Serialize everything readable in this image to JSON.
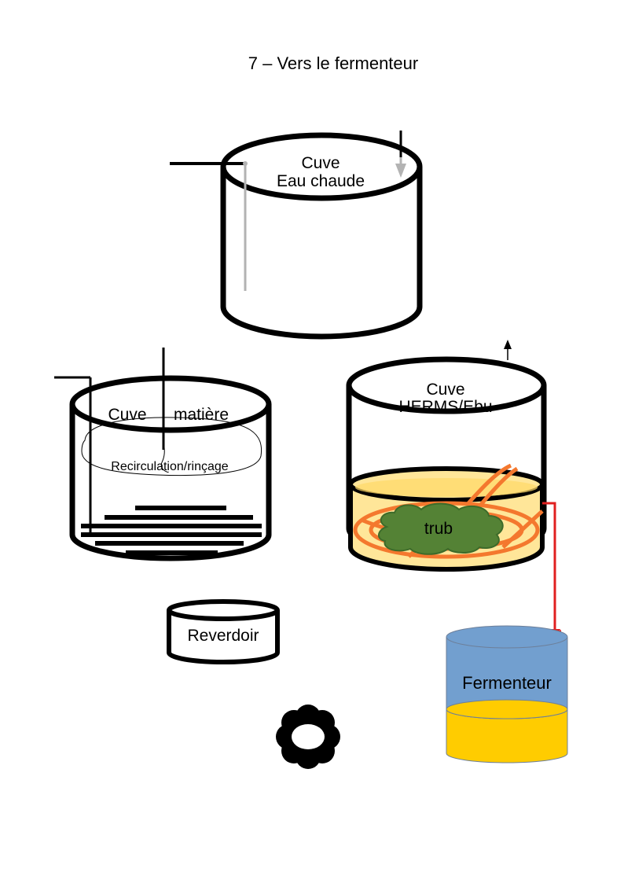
{
  "title": "7 – Vers le fermenteur",
  "colors": {
    "stroke": "#000000",
    "liquid": "#ffe699",
    "liquid_border": "#ffd966",
    "coil": "#f4782e",
    "trub": "#548235",
    "arrow": "#e02020",
    "fermenter_top": "#729fcf",
    "fermenter_beer": "#ffcc00",
    "pipe_grey": "#b3b3b3"
  },
  "vessels": {
    "hot_water": {
      "line1": "Cuve",
      "line2": "Eau chaude"
    },
    "mash": {
      "label_left": "Cuve",
      "label_right": "matière",
      "inner_label": "Recirculation/rinçage"
    },
    "herms": {
      "line1": "Cuve",
      "line2": "HERMS/Ebu",
      "trub_label": "trub"
    },
    "grant": {
      "label": "Reverdoir"
    },
    "fermenter": {
      "label": "Fermenteur"
    }
  },
  "icons": {
    "pump": "pump-icon",
    "vent_arrow": "arrow-up-icon",
    "transfer_arrow": "arrow-down-icon"
  }
}
